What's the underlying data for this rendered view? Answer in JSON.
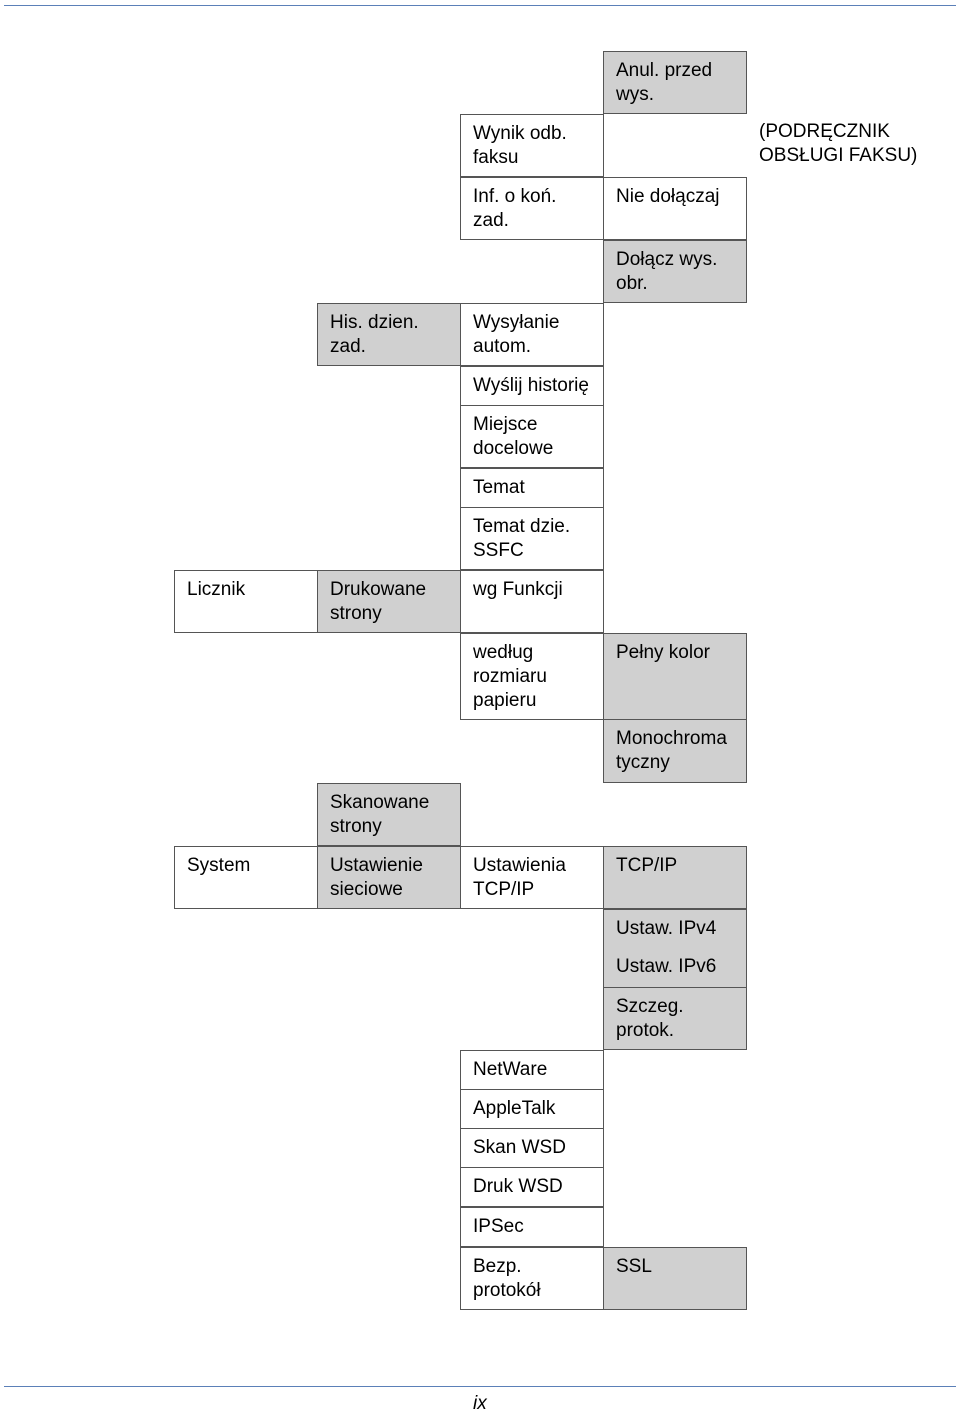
{
  "note": "(PODRĘCZNIK\nOBSŁUGI FAKSU)",
  "page_number": "ix",
  "col1": {
    "licznik": "Licznik",
    "system": "System"
  },
  "col2": {
    "his_dzien_zad": "His. dzien.\nzad.",
    "drukowane_strony": "Drukowane\nstrony",
    "skanowane_strony": "Skanowane\nstrony",
    "ustawienie_sieciowe": "Ustawienie\nsieciowe"
  },
  "col3": {
    "wynik_odb_faksu": "Wynik odb.\nfaksu",
    "inf_o_kon_zad": "Inf. o koń.\nzad.",
    "wysylanie_autom": "Wysyłanie\nautom.",
    "wyslij_historie": "Wyślij historię",
    "miejsce_docelowe": "Miejsce\ndocelowe",
    "temat": "Temat",
    "temat_dzie_ssfc": "Temat dzie.\nSSFC",
    "wg_funkcji": "wg Funkcji",
    "wedlug_rozmiaru_papieru": "według\nrozmiaru\npapieru",
    "ustawienia_tcpip": "Ustawienia\nTCP/IP",
    "netware": "NetWare",
    "appletalk": "AppleTalk",
    "skan_wsd": "Skan WSD",
    "druk_wsd": "Druk WSD",
    "ipsec": "IPSec",
    "bezp_protokol": "Bezp.\nprotokół"
  },
  "col4": {
    "anul_przed_wys": "Anul. przed\nwys.",
    "nie_dolaczaj": "Nie dołączaj",
    "dolacz_wys_obr": "Dołącz wys.\nobr.",
    "pelny_kolor": "Pełny kolor",
    "monochromatyczny": "Monochroma\ntyczny",
    "tcpip": "TCP/IP",
    "ustaw_ipv4": "Ustaw. IPv4",
    "ustaw_ipv6": "Ustaw. IPv6",
    "szczeg_protok": "Szczeg.\nprotok.",
    "ssl": "SSL"
  },
  "colors": {
    "rule": "#5b80b8",
    "cell_gray": "#d0d0d0",
    "border": "#555555"
  }
}
